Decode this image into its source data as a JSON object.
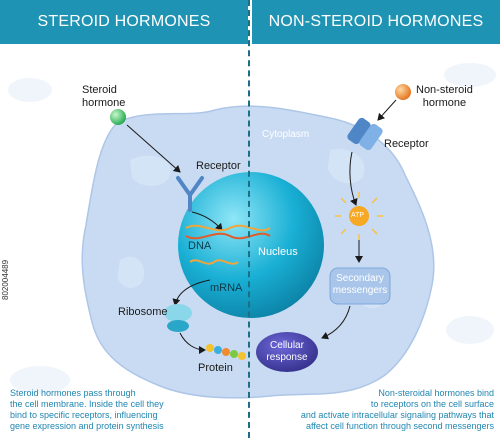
{
  "headers": {
    "left": "STEROID HORMONES",
    "right": "NON-STEROID HORMONES"
  },
  "labels": {
    "steroid_hormone": [
      "Steroid",
      "hormone"
    ],
    "receptor_left": "Receptor",
    "dna": "DNA",
    "mrna": "mRNA",
    "ribosome": "Ribosome",
    "protein": "Protein",
    "nucleus": "Nucleus",
    "cytoplasm": "Cytoplasm",
    "non_steroid_hormone": [
      "Non-steroid",
      "hormone"
    ],
    "receptor_right": "Receptor",
    "atp": "ATP",
    "secondary_messengers": [
      "Secondary",
      "messengers"
    ],
    "cellular_response": [
      "Cellular",
      "response"
    ]
  },
  "captions": {
    "left": [
      "Steroid hormones pass through",
      "the cell membrane. Inside the cell they",
      "bind to specific receptors, influencing",
      "gene expression and protein synthesis"
    ],
    "right": [
      "Non-steroidal hormones bind",
      "to receptors on the cell surface",
      "and activate intracellular signaling pathways that",
      "affect cell function through  second messengers"
    ]
  },
  "stock_id": "802004489",
  "colors": {
    "header": "#1e93b3",
    "cell": "#c5d9f1",
    "nucleus": "#1ab0d5",
    "caption": "#1f86b0",
    "hormone_left": "#3fc768",
    "hormone_right": "#f08a24",
    "atp": "#f7a825",
    "response": "#3e3aa0"
  }
}
